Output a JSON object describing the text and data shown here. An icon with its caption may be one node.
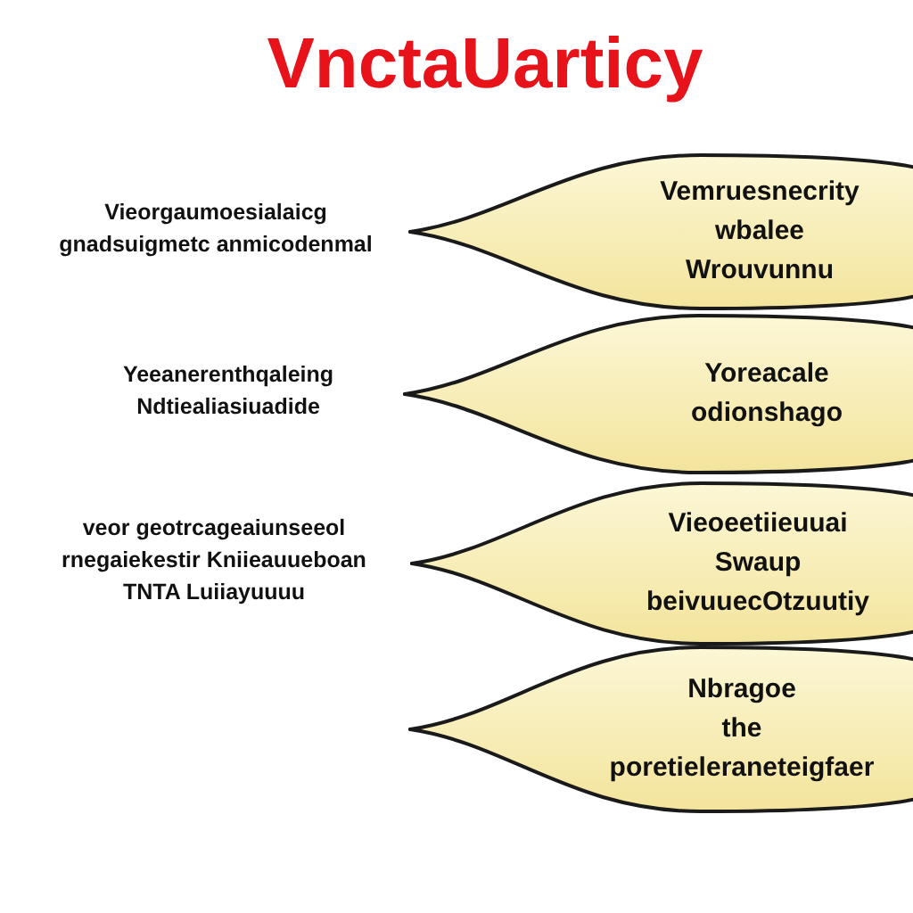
{
  "diagram": {
    "title": "VnctaUarticy",
    "nodes": [
      {
        "text": [
          "Vemruesnecrity wbalee Wrouvunnu"
        ],
        "beside": [
          "Vieorgaumoesialaicg gnadsuigmetc anmicodenmal"
        ]
      },
      {
        "text": [
          "Yoreacale odionshago"
        ],
        "beside": [
          "Yeeanerenthqaleing Ndtiealiasiuadide"
        ]
      },
      {
        "text": [
          "Vieoeetiieuuai Swaup beivuuecOtzuutiy"
        ],
        "beside": [
          "veor geotrcageaiunseeol rnegaiekestir Kniieauueboan TNTA Luiiayuuuu"
        ]
      },
      {
        "text": [
          "Nbragoe the poretieleraneteigfaer"
        ]
      }
    ]
  }
}
